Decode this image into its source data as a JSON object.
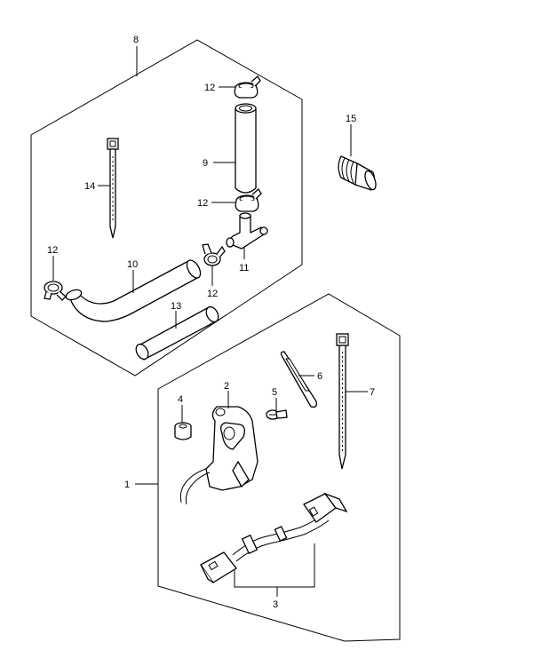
{
  "callouts": {
    "c1": "1",
    "c2": "2",
    "c3": "3",
    "c4": "4",
    "c5": "5",
    "c6": "6",
    "c7": "7",
    "c8": "8",
    "c9": "9",
    "c10": "10",
    "c11": "11",
    "c12a": "12",
    "c12b": "12",
    "c12c": "12",
    "c12d": "12",
    "c13": "13",
    "c14": "14",
    "c15": "15"
  }
}
